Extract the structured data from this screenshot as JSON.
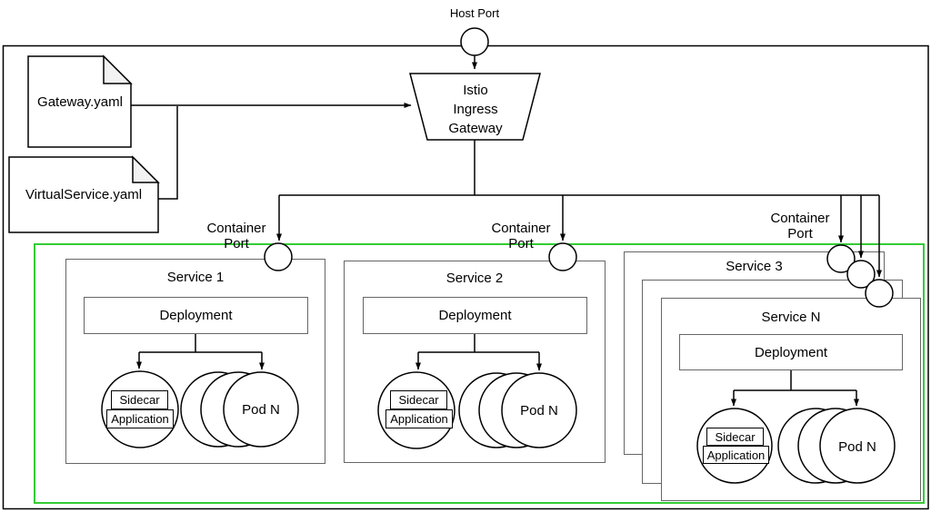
{
  "diagram": {
    "host_port_label": "Host Port",
    "files": {
      "gateway": "Gateway.yaml",
      "virtual_service": "VirtualService.yaml"
    },
    "ingress_gateway": {
      "lines": [
        "Istio",
        "Ingress",
        "Gateway"
      ]
    },
    "container_ports": [
      {
        "line1": "Container",
        "line2": "Port"
      },
      {
        "line1": "Container",
        "line2": "Port"
      },
      {
        "line1": "Container",
        "line2": "Port"
      }
    ],
    "stacked_service_title": "Service 3",
    "services": [
      {
        "title": "Service 1",
        "deployment": "Deployment",
        "sidecar": "Sidecar",
        "application": "Application",
        "pod": "Pod N"
      },
      {
        "title": "Service 2",
        "deployment": "Deployment",
        "sidecar": "Sidecar",
        "application": "Application",
        "pod": "Pod N"
      },
      {
        "title": "Service N",
        "deployment": "Deployment",
        "sidecar": "Sidecar",
        "application": "Application",
        "pod": "Pod N"
      }
    ],
    "colors": {
      "cluster_border": "#33cc33",
      "container_stroke": "#666666",
      "line": "#000000"
    }
  }
}
